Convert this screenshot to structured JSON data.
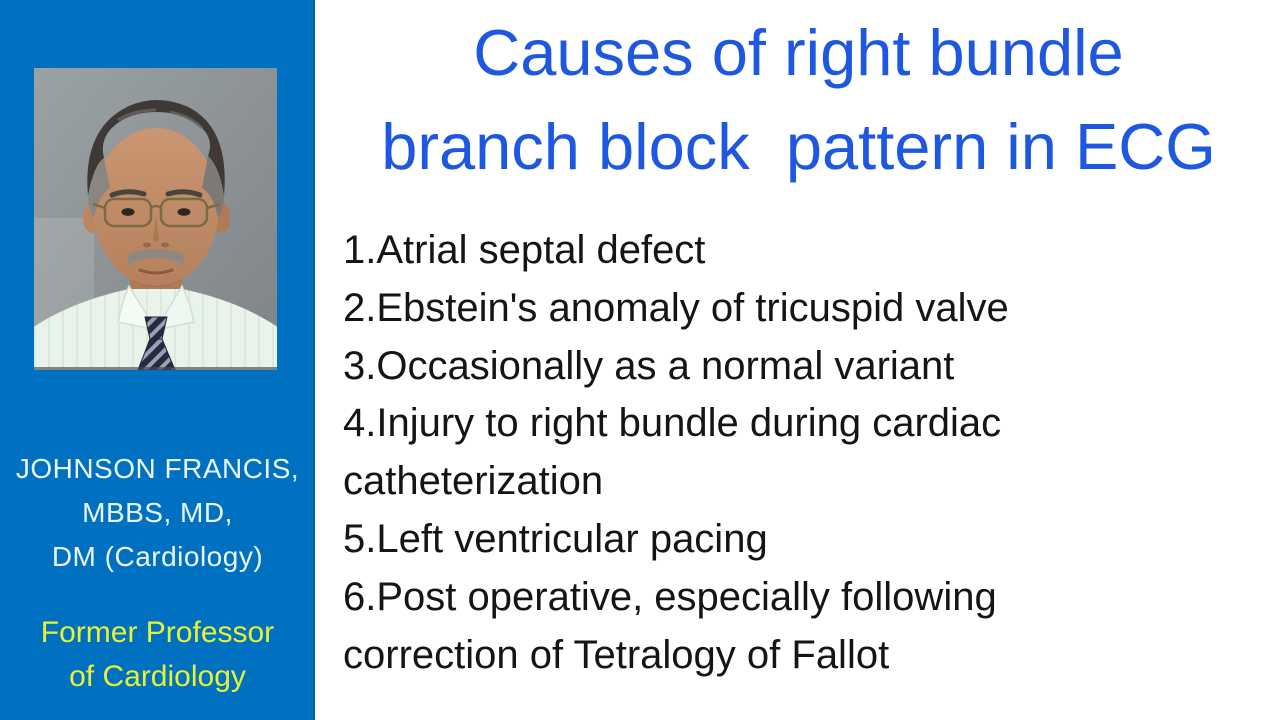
{
  "slide": {
    "title": {
      "lines": [
        "Causes of right bundle",
        "branch block  pattern in ECG"
      ]
    },
    "causes": {
      "items": [
        "1.Atrial septal defect",
        "2.Ebstein's anomaly of tricuspid valve",
        "3.Occasionally as a normal variant",
        "4.Injury to right bundle during cardiac catheterization",
        "5.Left ventricular pacing",
        "6.Post operative, especially following correction of Tetralogy of Fallot"
      ],
      "display_lines": [
        "1.Atrial septal defect",
        "2.Ebstein's anomaly of tricuspid valve",
        "3.Occasionally as a normal variant",
        "4.Injury to right bundle during cardiac",
        "catheterization",
        "5.Left ventricular pacing",
        "6.Post operative, especially following",
        "correction of Tetralogy of Fallot"
      ]
    },
    "sidebar": {
      "name_lines": [
        "JOHNSON FRANCIS,",
        "MBBS, MD,",
        "DM (Cardiology)"
      ],
      "role_lines": [
        "Former Professor",
        "of Cardiology"
      ]
    },
    "colors": {
      "sidebar_bg": "#0071C1",
      "sidebar_edge": "#0B62A4",
      "title_text": "#1F58E0",
      "body_text": "#151515",
      "name_text": "#EAF5FE",
      "role_text": "#E7F235",
      "background": "#FFFFFF"
    }
  }
}
